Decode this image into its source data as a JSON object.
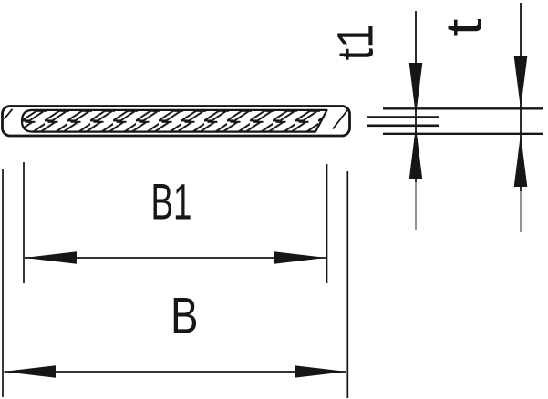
{
  "diagram": {
    "type": "technical-dimension-drawing",
    "description": "Cross-section of a flat insulated braided strip (outer insulation shell with inner braided conductor) annotated with width and thickness dimension lines",
    "labels": {
      "width_inner": "B1",
      "width_outer": "B",
      "thickness_inner": "t1",
      "thickness_outer": "t"
    },
    "colors": {
      "line": "#161616",
      "dimension_tail": "#4a4a4a",
      "background": "#ffffff"
    }
  }
}
